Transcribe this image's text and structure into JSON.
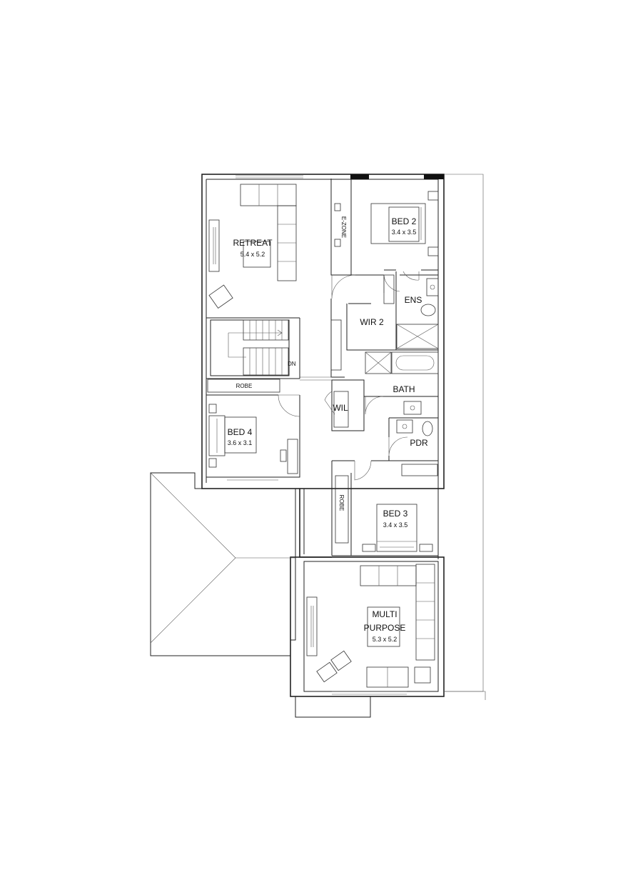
{
  "rooms": {
    "retreat": {
      "name": "RETREAT",
      "size": "5.4 x 5.2"
    },
    "bed2": {
      "name": "BED 2",
      "size": "3.4 x 3.5"
    },
    "bed3": {
      "name": "BED 3",
      "size": "3.4 x 3.5"
    },
    "bed4": {
      "name": "BED 4",
      "size": "3.6 x 3.1"
    },
    "multi": {
      "name_line1": "MULTI",
      "name_line2": "PURPOSE",
      "size": "5.3 x 5.2"
    },
    "ezone": {
      "name": "E-ZONE"
    },
    "ens": {
      "name": "ENS"
    },
    "wir2": {
      "name": "WIR 2"
    },
    "bath": {
      "name": "BATH"
    },
    "wil": {
      "name": "WIL"
    },
    "pdr": {
      "name": "PDR"
    },
    "robe_bed4": {
      "name": "ROBE"
    },
    "robe_bed3": {
      "name": "ROBE"
    }
  },
  "stair": {
    "direction": "DN"
  }
}
